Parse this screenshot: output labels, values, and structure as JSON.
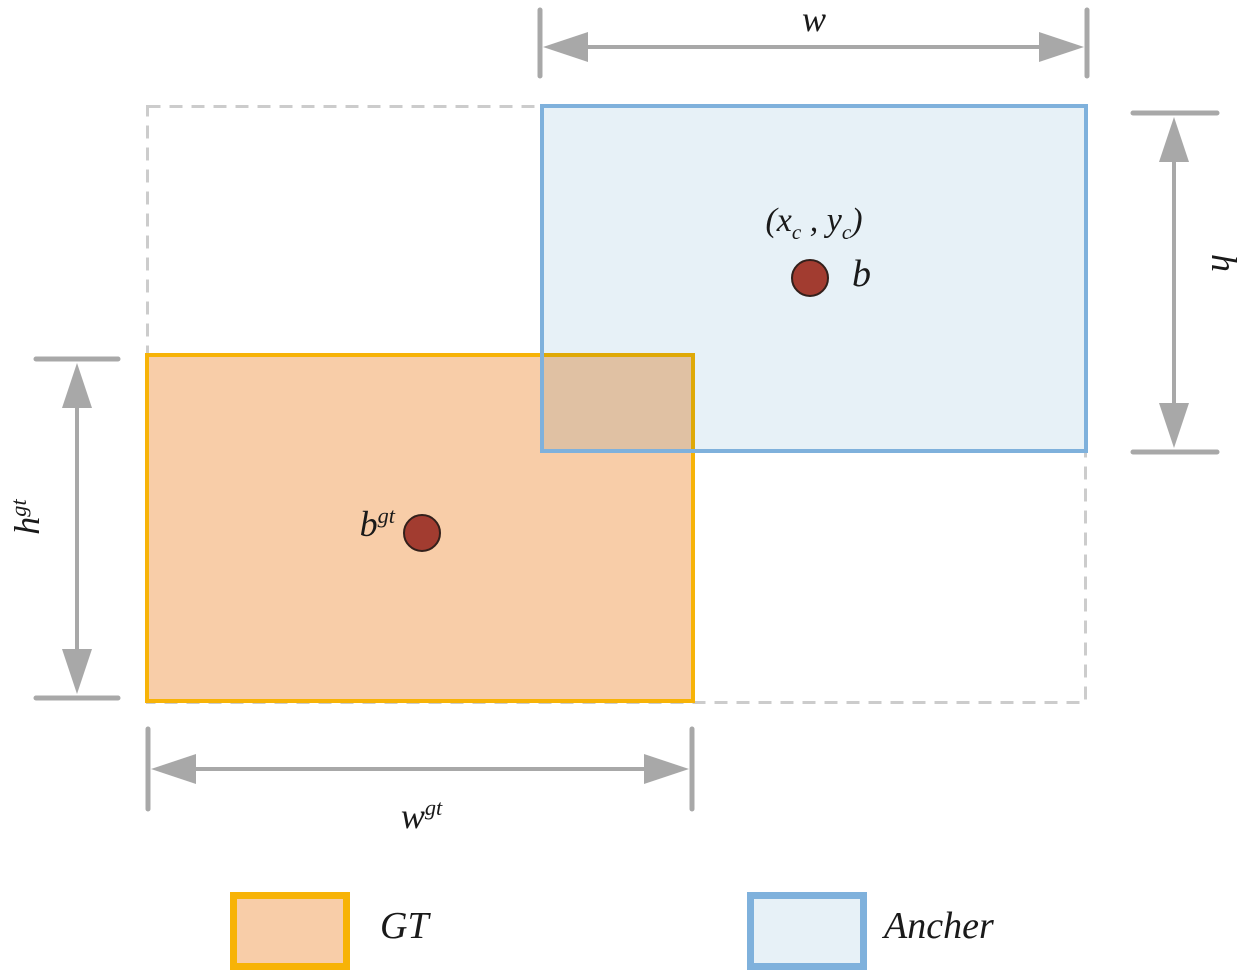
{
  "figure": {
    "arrow_labels": {
      "w": "w",
      "h": "h",
      "w_gt": {
        "base": "w",
        "sup": "gt"
      },
      "h_gt": {
        "base": "h",
        "sup": "gt"
      }
    },
    "anchor_box": {
      "center_label": {
        "open": "(",
        "x": "x",
        "x_sub": "c",
        "comma": " , ",
        "y": "y",
        "y_sub": "c",
        "close": ")"
      },
      "point_label": "b"
    },
    "gt_box": {
      "point_label": {
        "base": "b",
        "sup": "gt"
      }
    },
    "legend": {
      "items": [
        {
          "label": "GT"
        },
        {
          "label": "Ancher"
        }
      ]
    },
    "colors": {
      "gt_border": "#F7B307",
      "gt_fill": "#F8CDA8",
      "anchor_border": "#7FB1DC",
      "anchor_fill": "#E7F1F7",
      "dashed": "#CCCCCC",
      "arrow": "#A8A8A8",
      "dot": "#A23C30",
      "text": "#1A1A1A"
    }
  }
}
